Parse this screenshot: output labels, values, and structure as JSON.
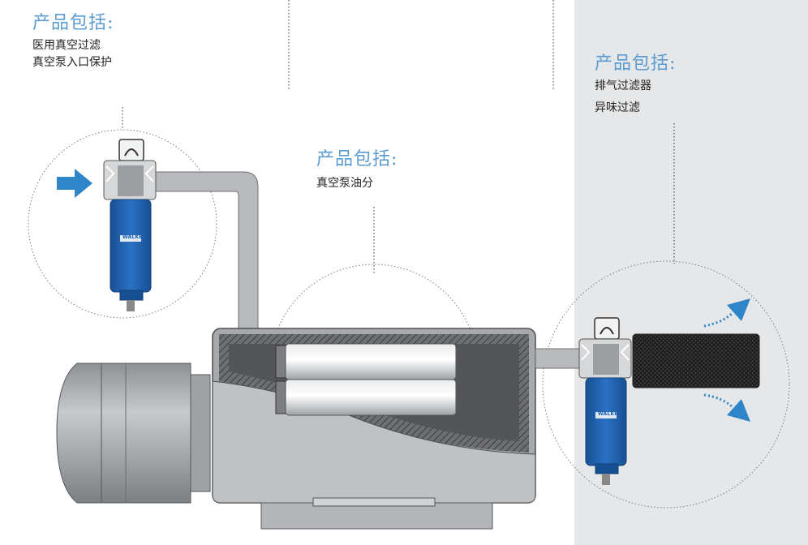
{
  "colors": {
    "caption_blue": "#5b9bd0",
    "filter_blue": "#1f5fae",
    "arrow_blue": "#2e86c8",
    "pump_gray": "#a7a9ac",
    "panel_gray": "#e6e7e8"
  },
  "sections": {
    "left": {
      "title": "产品包括:",
      "lines": [
        "医用真空过滤",
        "真空泵入口保护"
      ]
    },
    "middle": {
      "title": "产品包括:",
      "lines": [
        "真空泵油分"
      ]
    },
    "right": {
      "title": "产品包括:",
      "lines": [
        "排气过滤器",
        "异味过滤"
      ]
    }
  },
  "filter_brand": "WALKER",
  "icons": [
    "inlet-arrow-icon",
    "exhaust-up-arrow-icon",
    "exhaust-down-arrow-icon",
    "gauge-icon"
  ]
}
